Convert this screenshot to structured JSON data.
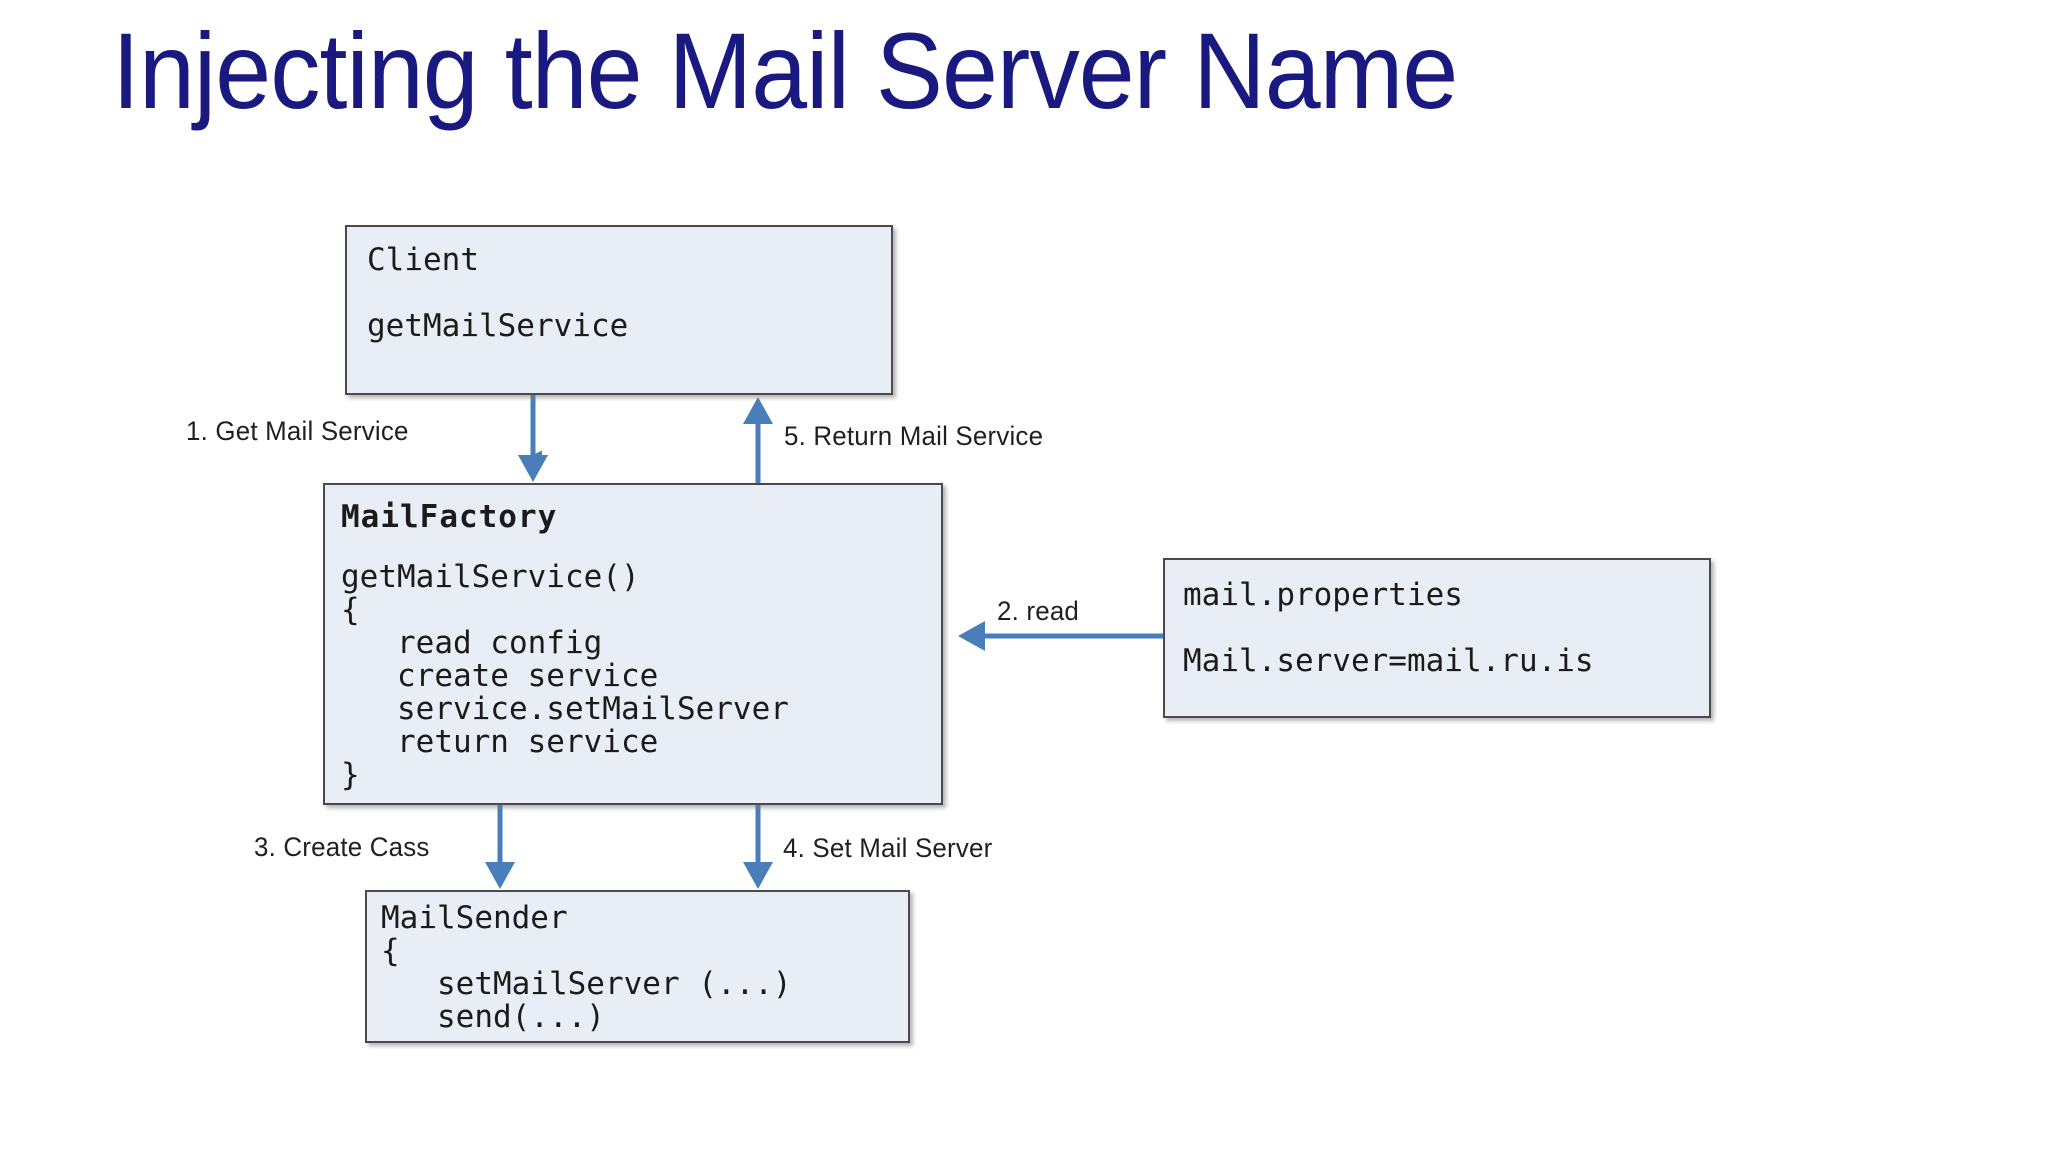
{
  "slide": {
    "title": "Injecting the Mail Server Name",
    "title_color": "#191980",
    "background": "#ffffff"
  },
  "diagram": {
    "type": "flow-diagram",
    "box_fill": "#E9EEF6",
    "box_border": "#4a4a4a",
    "arrow_color": "#4A7EBB",
    "label_color": "#231f20",
    "boxes": [
      {
        "id": "client",
        "name": "Client",
        "lines": [
          "Client",
          "",
          "getMailService"
        ]
      },
      {
        "id": "mailfactory",
        "name": "MailFactory",
        "lines": [
          "MailFactory",
          "",
          "getMailService()",
          "{",
          "   read config",
          "   create service",
          "   service.setMailServer",
          "   return service",
          "}"
        ]
      },
      {
        "id": "mailproperties",
        "name": "mail.properties",
        "lines": [
          "mail.properties",
          "",
          "Mail.server=mail.ru.is"
        ]
      },
      {
        "id": "mailsender",
        "name": "MailSender",
        "lines": [
          "MailSender",
          "{",
          "   setMailServer (...)",
          "   send(...)"
        ]
      }
    ],
    "arrows": [
      {
        "id": "1",
        "label": "1. Get Mail Service",
        "from": "client",
        "to": "mailfactory",
        "direction": "down"
      },
      {
        "id": "2",
        "label": "2. read",
        "from": "mailproperties",
        "to": "mailfactory",
        "direction": "left"
      },
      {
        "id": "3",
        "label": "3. Create Cass",
        "from": "mailfactory",
        "to": "mailsender",
        "direction": "down"
      },
      {
        "id": "4",
        "label": "4. Set Mail Server",
        "from": "mailfactory",
        "to": "mailsender",
        "direction": "down"
      },
      {
        "id": "5",
        "label": "5. Return Mail Service",
        "from": "mailfactory",
        "to": "client",
        "direction": "up"
      }
    ]
  }
}
